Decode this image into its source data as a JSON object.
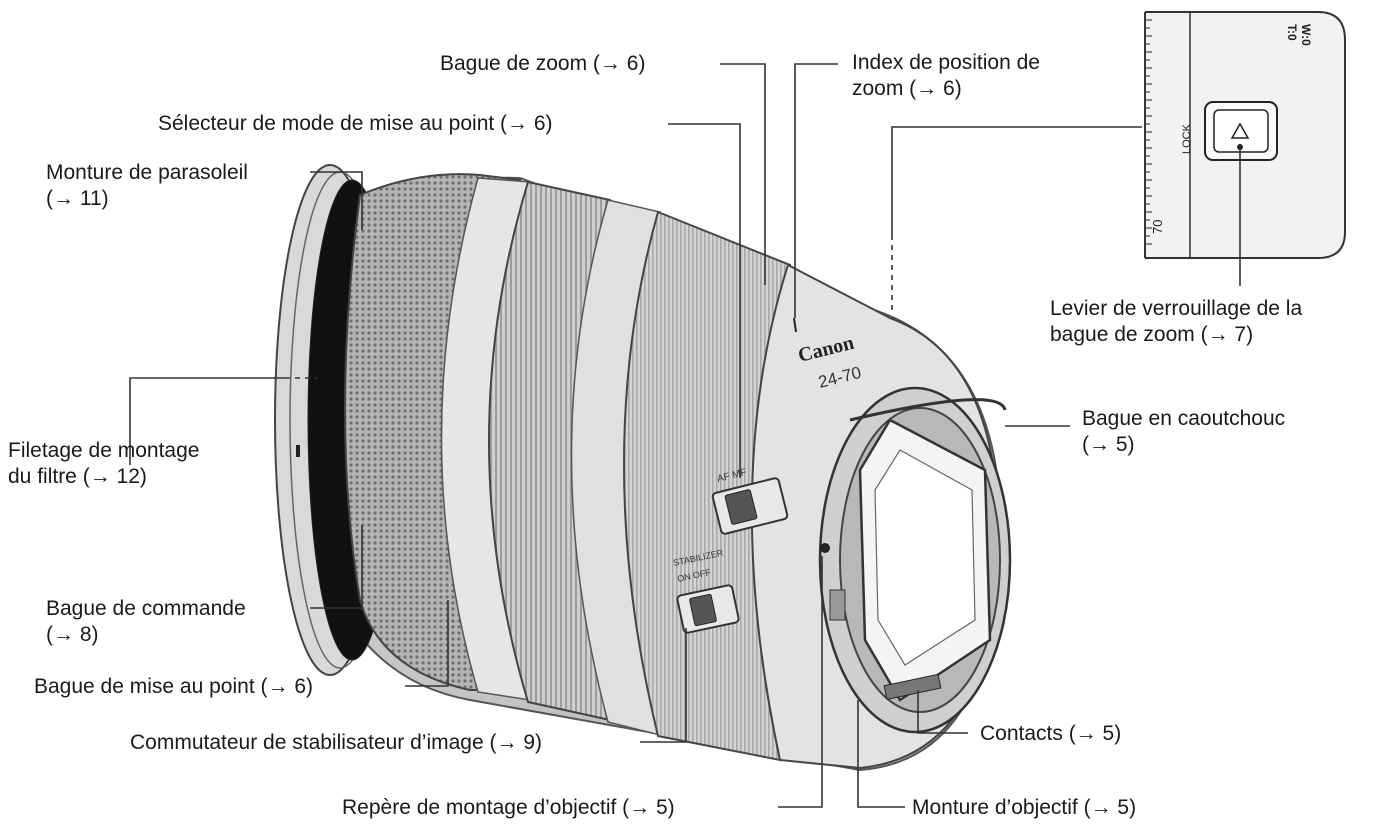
{
  "diagram": {
    "lens": {
      "brand": "Canon",
      "model": "24-70",
      "focus_switch": "AF MF",
      "stabilizer_switch_title": "STABILIZER",
      "stabilizer_switch_options": "ON OFF"
    },
    "inset": {
      "wide_mark": "W:0",
      "tele_mark": "T:0",
      "lock_text": "LOCK",
      "scale_value": "70"
    },
    "labels": {
      "zoom_ring": "Bague de zoom (→ 6)",
      "zoom_index_line1": "Index de position de",
      "zoom_index_line2": "zoom (→ 6)",
      "focus_mode_switch": "Sélecteur de mode de mise au point (→ 6)",
      "hood_mount_line1": "Monture de parasoleil",
      "hood_mount_line2": "(→ 11)",
      "filter_thread_line1": "Filetage de montage",
      "filter_thread_line2": "du filtre (→ 12)",
      "control_ring_line1": "Bague de commande",
      "control_ring_line2": "(→ 8)",
      "focus_ring": "Bague de mise au point (→ 6)",
      "stabilizer_switch": "Commutateur de stabilisateur d’image (→ 9)",
      "mount_index": "Repère de montage d’objectif (→ 5)",
      "lens_mount": "Monture d’objectif (→ 5)",
      "contacts": "Contacts (→ 5)",
      "rubber_ring_line1": "Bague en caoutchouc",
      "rubber_ring_line2": "(→ 5)",
      "zoom_lock_line1": "Levier de verrouillage de la",
      "zoom_lock_line2": "bague de zoom (→ 7)"
    }
  }
}
